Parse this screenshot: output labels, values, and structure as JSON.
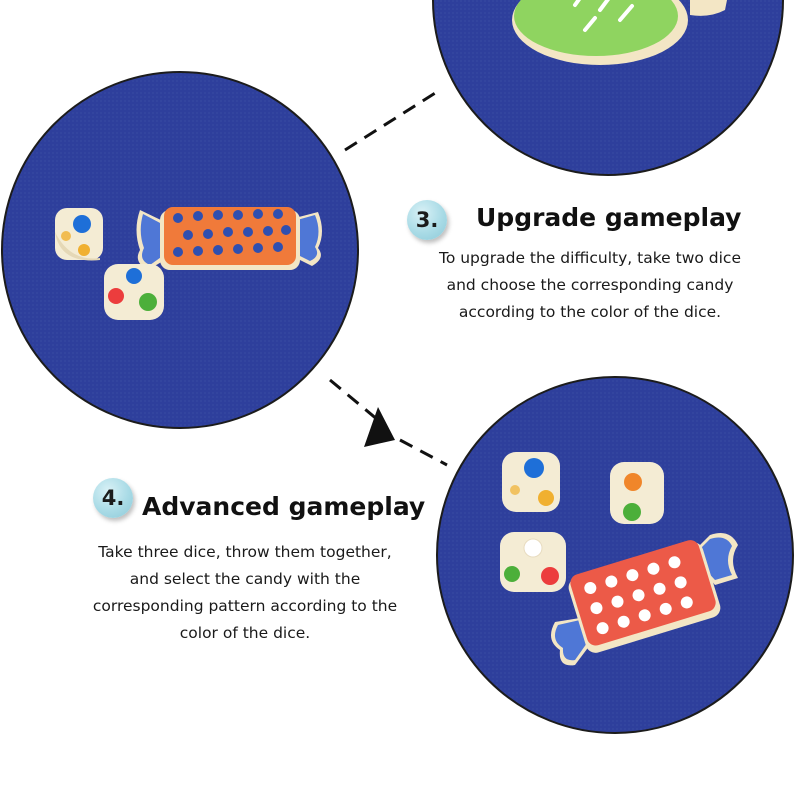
{
  "colors": {
    "felt": "#2e3f9c",
    "background": "#ffffff",
    "badge": "#a9dbe6",
    "text": "#1a1a1a"
  },
  "steps": [
    {
      "number": "3.",
      "title": "Upgrade gameplay",
      "lines": [
        "To upgrade the difficulty, take two dice",
        "and choose the corresponding candy",
        "according to the color of the dice."
      ]
    },
    {
      "number": "4.",
      "title": "Advanced gameplay",
      "lines": [
        "Take three dice, throw them together,",
        "and select the candy with the",
        "corresponding pattern according to the",
        "color of the dice."
      ]
    }
  ],
  "photos": [
    {
      "name": "green-candy-photo",
      "candy_color": "#8fd460"
    },
    {
      "name": "orange-candy-two-dice-photo",
      "candy_color": "#f07a3a",
      "dot_color": "#2f4fb0",
      "dice_count": 2
    },
    {
      "name": "red-candy-three-dice-photo",
      "candy_color": "#ec5a48",
      "dot_color": "#ffffff",
      "dice_count": 3
    }
  ]
}
